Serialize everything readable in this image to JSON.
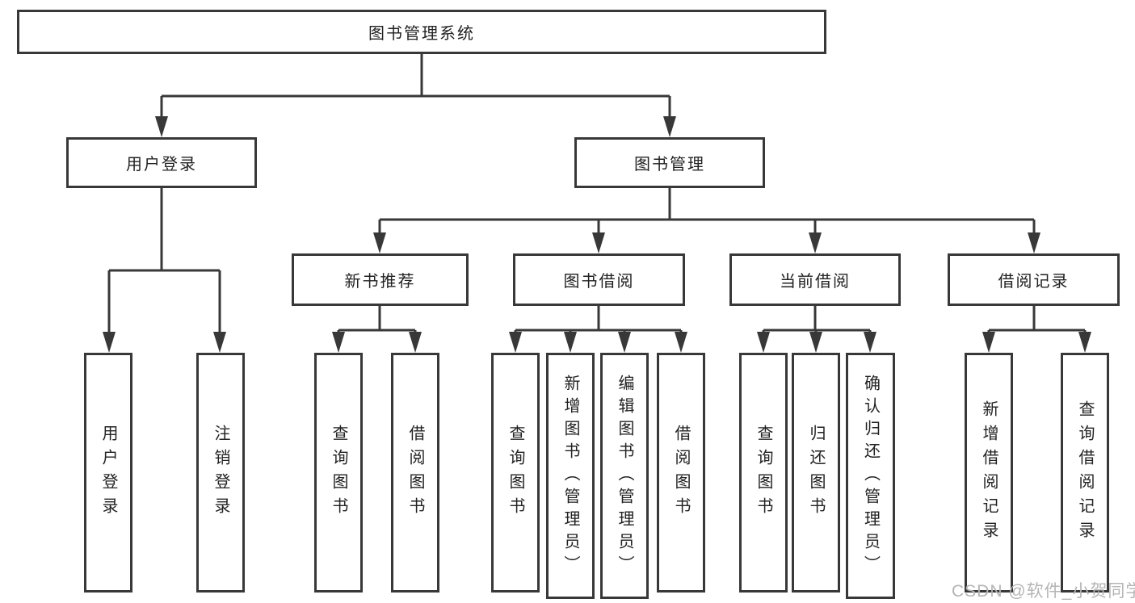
{
  "diagram": {
    "root_label": "图书管理系统",
    "branches": [
      {
        "label": "用户登录",
        "leaves": [
          "用户登录",
          "注销登录"
        ]
      },
      {
        "label": "图书管理",
        "sections": [
          {
            "label": "新书推荐",
            "leaves": [
              "查询图书",
              "借阅图书"
            ]
          },
          {
            "label": "图书借阅",
            "leaves": [
              "查询图书",
              "新增图书（管理员）",
              "编辑图书（管理员）",
              "借阅图书"
            ]
          },
          {
            "label": "当前借阅",
            "leaves": [
              "查询图书",
              "归还图书",
              "确认归还（管理员）"
            ]
          },
          {
            "label": "借阅记录",
            "leaves": [
              "新增借阅记录",
              "查询借阅记录"
            ]
          }
        ]
      }
    ]
  },
  "watermark": {
    "text": "CSDN @软件_小贺同学"
  },
  "colors": {
    "background": "#ffffff",
    "line": "#383838",
    "text": "#222222",
    "watermark": "#b5b5b5"
  }
}
